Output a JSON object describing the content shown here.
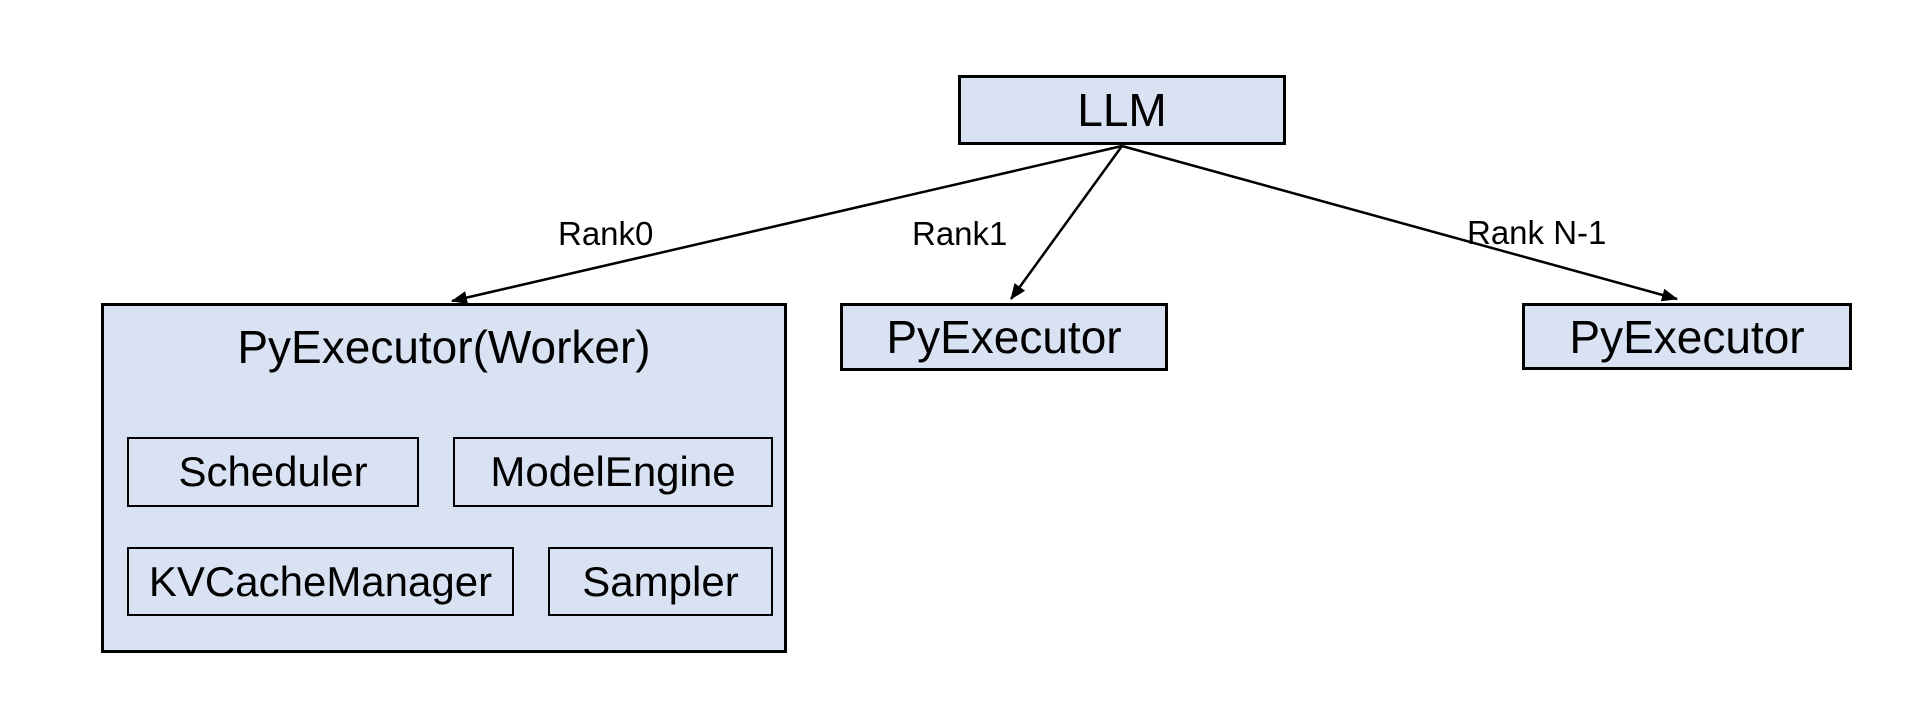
{
  "diagram": {
    "colors": {
      "node_fill": "#d9e2f2",
      "node_border": "#000000",
      "text": "#000000",
      "background": "#ffffff",
      "arrow": "#000000"
    },
    "nodes": {
      "llm": {
        "label": "LLM"
      },
      "worker": {
        "label": "PyExecutor(Worker)",
        "children": [
          {
            "label": "Scheduler"
          },
          {
            "label": "ModelEngine"
          },
          {
            "label": "KVCacheManager"
          },
          {
            "label": "Sampler"
          }
        ]
      },
      "executor_rank1": {
        "label": "PyExecutor"
      },
      "executor_rankn": {
        "label": "PyExecutor"
      }
    },
    "edges": [
      {
        "from": "LLM",
        "to": "PyExecutor(Worker)",
        "label": "Rank0"
      },
      {
        "from": "LLM",
        "to": "PyExecutor",
        "label": "Rank1"
      },
      {
        "from": "LLM",
        "to": "PyExecutor",
        "label": "Rank N-1"
      }
    ]
  }
}
